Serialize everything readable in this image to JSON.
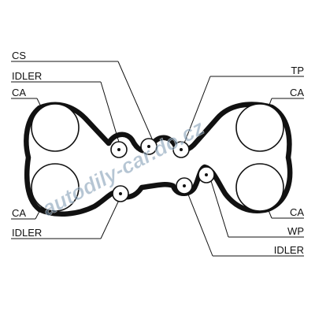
{
  "labels": {
    "cs": "CS",
    "idler_top_left": "IDLER",
    "ca_top_left": "CA",
    "ca_bottom_left": "CA",
    "idler_bottom_left": "IDLER",
    "tp": "TP",
    "ca_top_right": "CA",
    "ca_bottom_right": "CA",
    "wp": "WP",
    "idler_bottom_right": "IDLER"
  },
  "watermark": "autodily-car.do.cz",
  "colors": {
    "line": "#111111",
    "background": "#ffffff",
    "watermark": "#7896af"
  }
}
